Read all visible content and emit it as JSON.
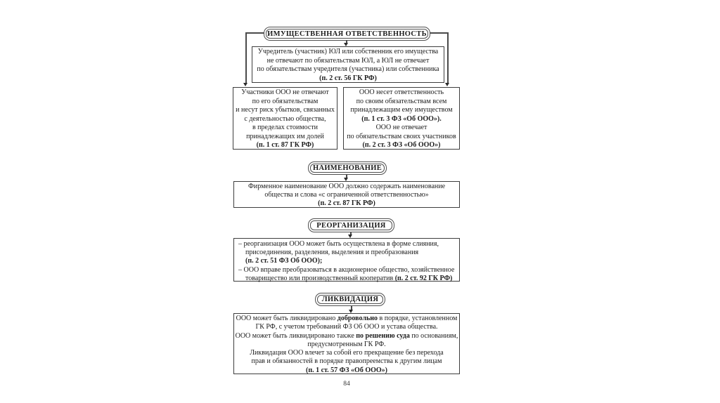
{
  "colors": {
    "heading_border": "#4f4f4f",
    "box_border": "#3d3d3d",
    "connector_line": "#4a4a4a",
    "text": "#1c1c1c",
    "background": "#ffffff"
  },
  "liability": {
    "heading": "ИМУЩЕСТВЕННАЯ ОТВЕТСТВЕННОСТЬ",
    "founder": {
      "l1": "Учредитель (участник) ЮЛ или собственник его имущества",
      "l2": "не отвечают по обязательствам ЮЛ, а ЮЛ не отвечает",
      "l3": "по обязательствам учредителя (участника) или собственника",
      "cite": "(п. 2 ст. 56 ГК РФ)"
    },
    "participants": {
      "l1": "Участники ООО не отвечают",
      "l2": "по его обязательствам",
      "l3": "и несут риск убытков, связанных",
      "l4": "с деятельностью общества,",
      "l5": "в пределах стоимости",
      "l6": "принадлежащих им долей",
      "cite": "(п. 1 ст. 87 ГК РФ)"
    },
    "company": {
      "l1": "ООО несет ответственность",
      "l2": "по своим обязательствам всем",
      "l3": "принадлежащим ему имуществом",
      "cite1": "(п. 1 ст. 3 ФЗ «Об ООО»).",
      "l4": "ООО не отвечает",
      "l5": "по обязательствам своих участников",
      "cite2": "(п. 2 ст. 3 ФЗ «Об ООО»)"
    }
  },
  "naming": {
    "heading": "НАИМЕНОВАНИЕ",
    "l1": "Фирменное наименование ООО должно содержать наименование",
    "l2": "общества и слова «с ограниченной ответственностью»",
    "cite": "(п. 2 ст. 87 ГК РФ)"
  },
  "reorganization": {
    "heading": "РЕОРГАНИЗАЦИЯ",
    "i1l1": "– реорганизация ООО может быть осуществлена в форме слияния,",
    "i1l2": "присоединения, разделения, выделения и преобразования",
    "i1cite": "(п. 2 ст. 51 ФЗ Об ООО);",
    "i2l1": "– ООО вправе преобразоваться в акционерное общество, хозяйственное",
    "i2l2": "товарищество или производственный кооператив ",
    "i2cite": "(п. 2 ст. 92 ГК РФ)"
  },
  "liquidation": {
    "heading": "ЛИКВИДАЦИЯ",
    "l1pre": "ООО может быть ликвидировано ",
    "l1bold": "добровольно",
    "l1post": " в порядке, установленном",
    "l2": "ГК РФ, с учетом требований ФЗ Об ООО и устава общества.",
    "l3pre": "ООО может быть ликвидировано также ",
    "l3bold": "по решению суда",
    "l3post": " по основаниям,",
    "l4": "предусмотренным ГК РФ.",
    "l5": "Ликвидация ООО влечет за собой его прекращение без перехода",
    "l6": "прав и обязанностей в порядке правопреемства к другим лицам",
    "cite": "(п. 1 ст. 57 ФЗ «Об ООО»)"
  },
  "page_number": "84"
}
